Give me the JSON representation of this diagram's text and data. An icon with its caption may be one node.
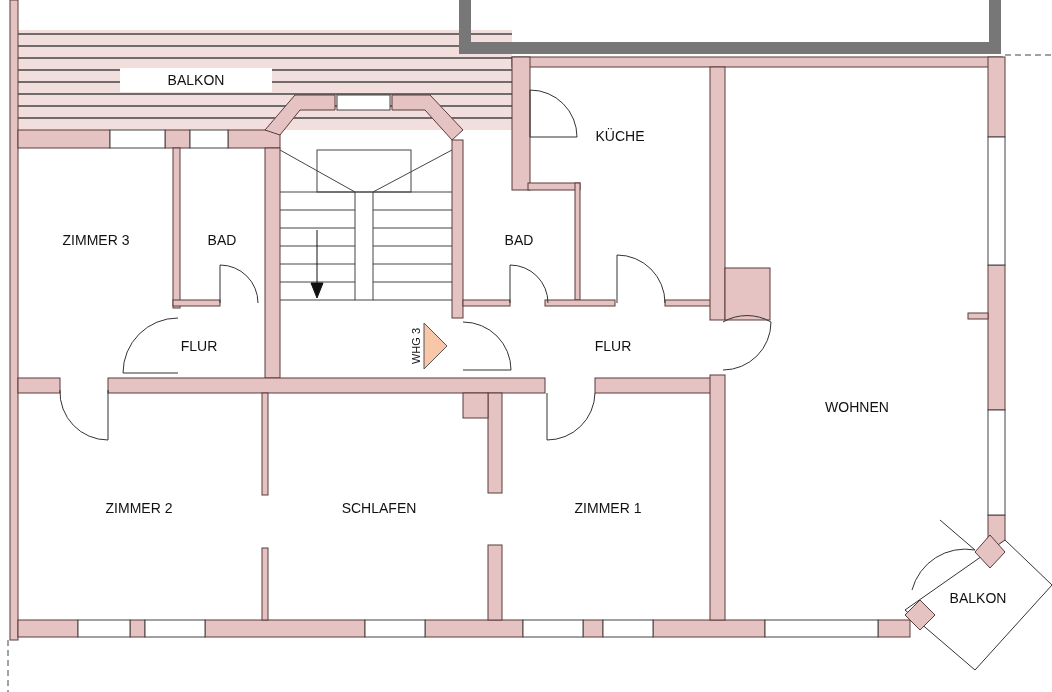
{
  "diagram": {
    "labels": [
      "BALKON",
      "KÜCHE",
      "ZIMMER 3",
      "BAD",
      "BAD",
      "FLUR",
      "WHG 3",
      "FLUR",
      "WOHNEN",
      "ZIMMER 2",
      "SCHLAFEN",
      "ZIMMER 1",
      "BALKON"
    ]
  }
}
